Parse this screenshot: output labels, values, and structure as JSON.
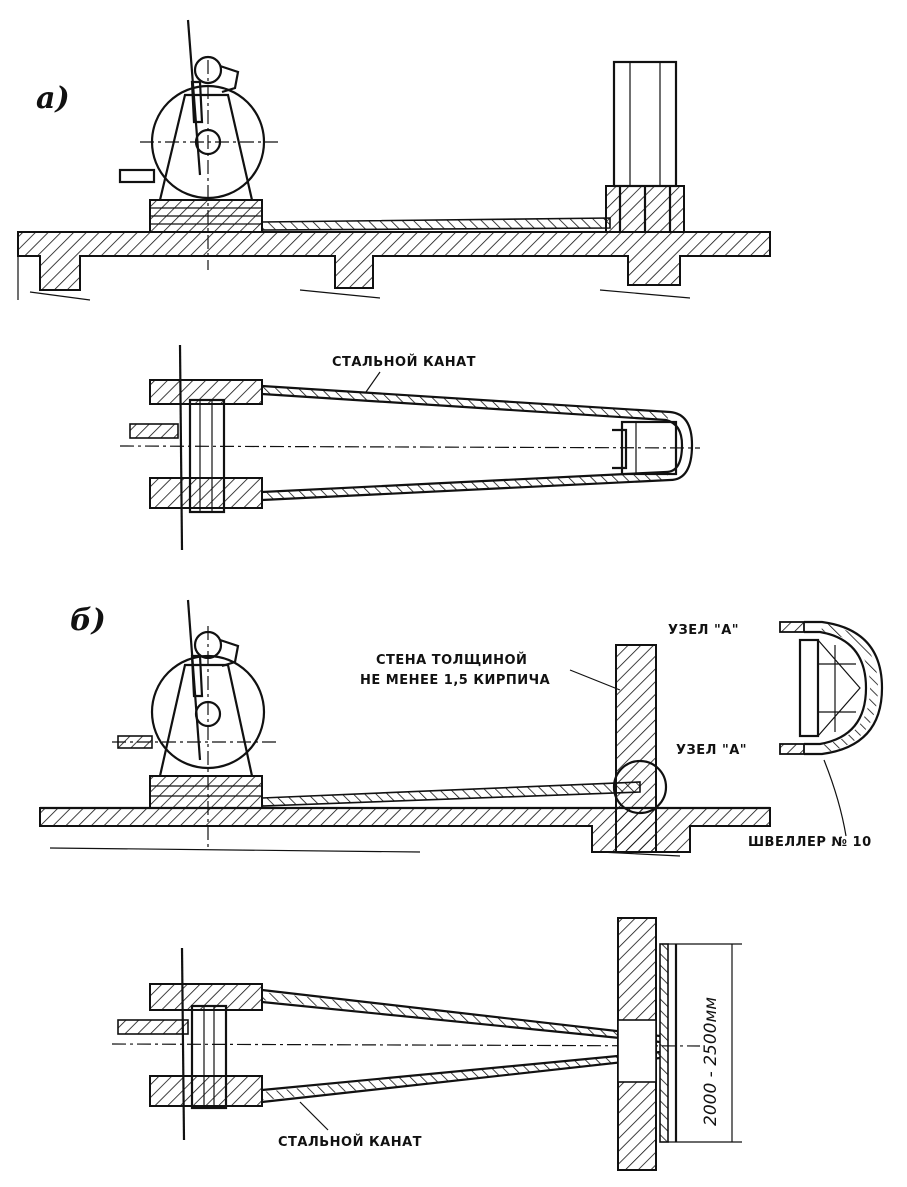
{
  "labels": {
    "part_a": "a)",
    "part_b": "б)",
    "steel_rope_top": "СТАЛЬНОЙ КАНАТ",
    "steel_rope_bottom": "СТАЛЬНОЙ КАНАТ",
    "wall_line1": "СТЕНА ТОЛЩИНОЙ",
    "wall_line2": "НЕ МЕНЕЕ 1,5 КИРПИЧА",
    "node_a_top": "УЗЕЛ \"А\"",
    "node_a_mid": "УЗЕЛ \"А\"",
    "channel": "ШВЕЛЛЕР № 10",
    "dimension": "2000 - 2500мм"
  }
}
